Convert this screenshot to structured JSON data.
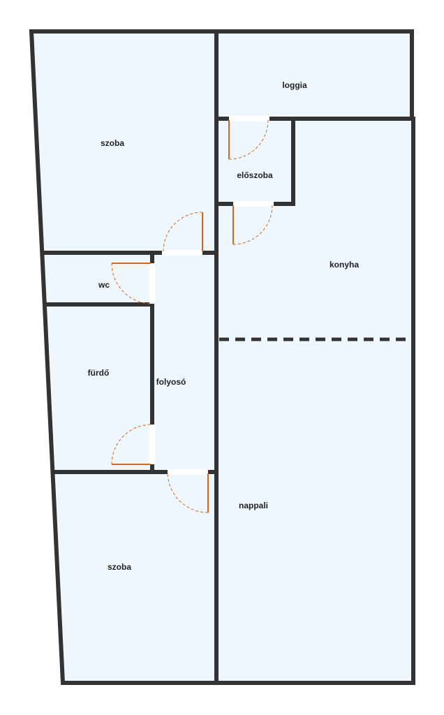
{
  "colors": {
    "room_fill": "#eef7fd",
    "wall": "#333333",
    "door": "#d2691e",
    "background": "#ffffff"
  },
  "rooms": {
    "szoba_top": "szoba",
    "loggia": "loggia",
    "eloszoba": "előszoba",
    "konyha": "konyha",
    "wc": "wc",
    "furdo": "fürdő",
    "folyoso": "folyosó",
    "nappali": "nappali",
    "szoba_bottom": "szoba"
  }
}
